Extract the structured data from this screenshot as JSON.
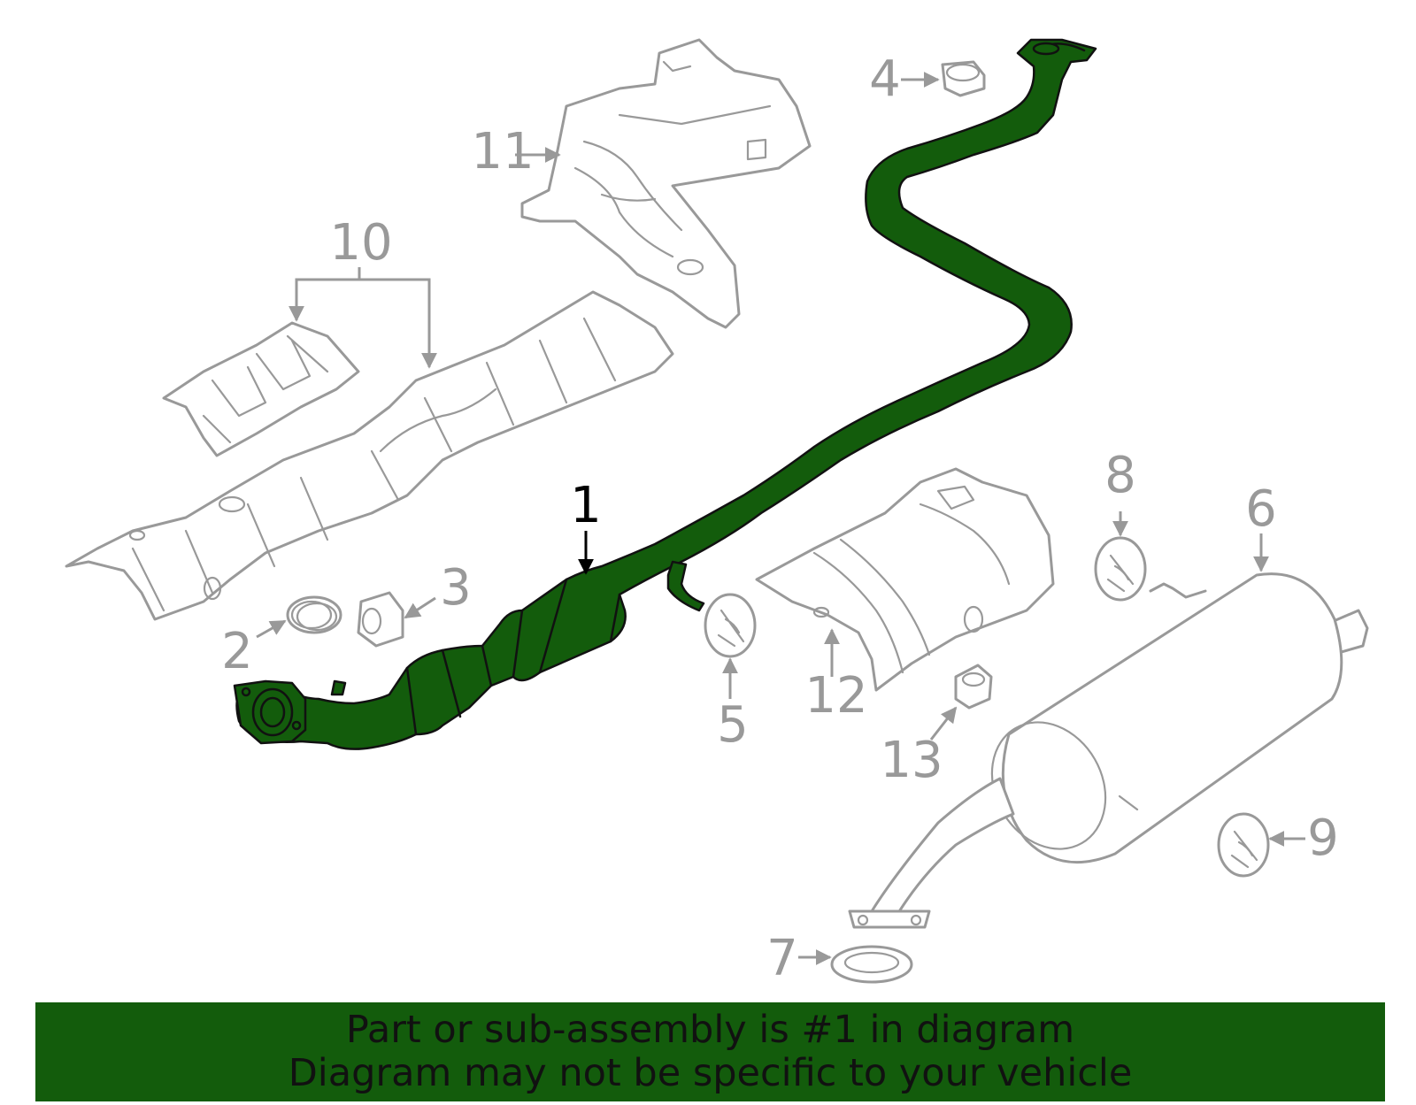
{
  "colors": {
    "highlight": "#135c0c",
    "part_outline": "#999999",
    "callout_gray": "#999999",
    "callout_highlight": "#000000",
    "banner_bg": "#135c0c",
    "banner_text": "#111111"
  },
  "callouts": {
    "c1": "1",
    "c2": "2",
    "c3": "3",
    "c4": "4",
    "c5": "5",
    "c6": "6",
    "c7": "7",
    "c8": "8",
    "c9": "9",
    "c10": "10",
    "c11": "11",
    "c12": "12",
    "c13": "13"
  },
  "banner": {
    "line1": "Part or sub-assembly is #1 in diagram",
    "line2": "Diagram may not be specific to your vehicle"
  }
}
